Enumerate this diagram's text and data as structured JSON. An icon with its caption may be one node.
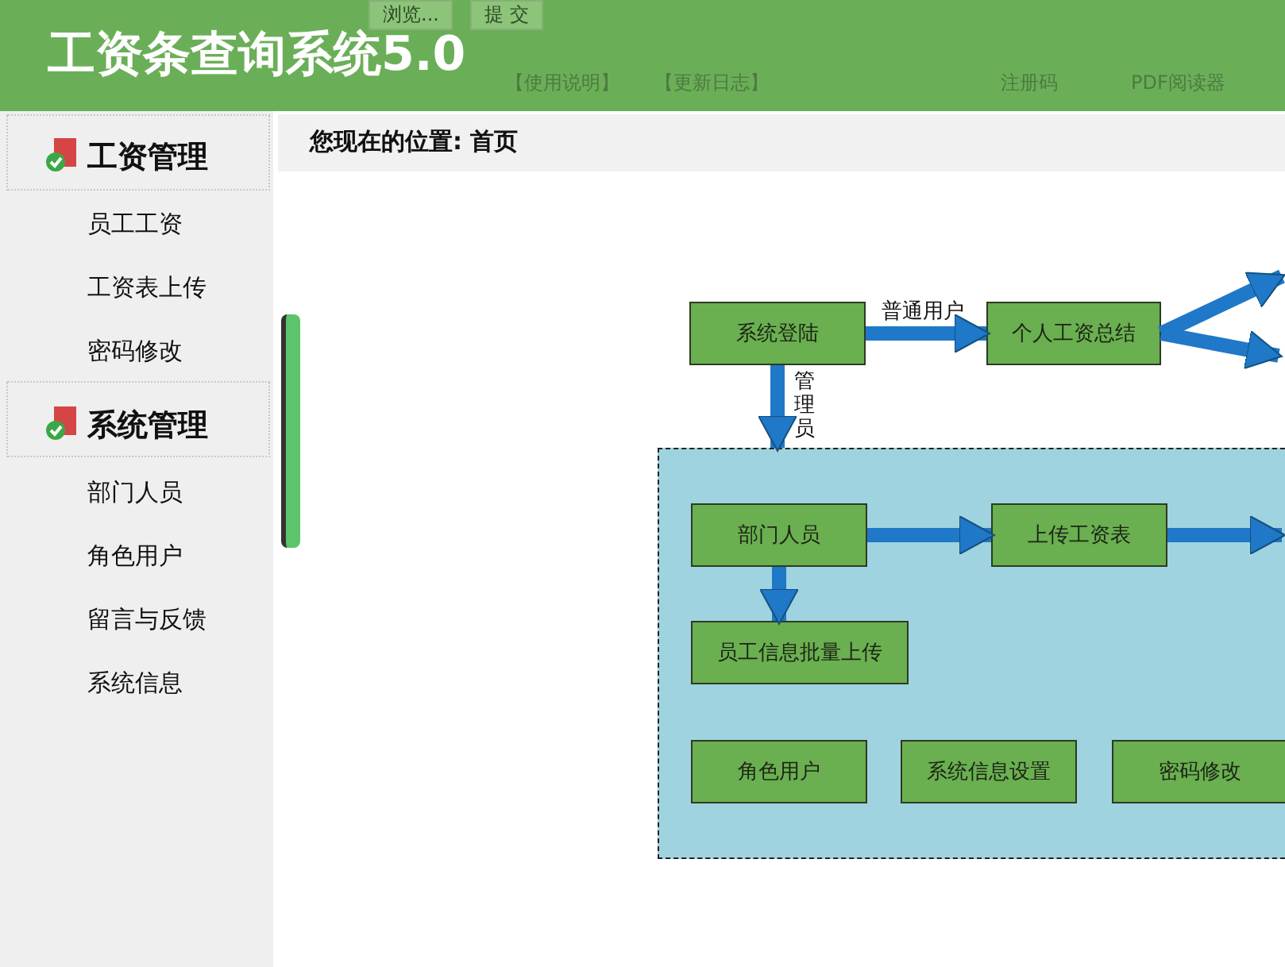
{
  "diagram": {
    "title": "工资条查询系统5.0",
    "nodes": [
      {
        "text": [
          "系统登陆"
        ]
      },
      {
        "text": [
          "个人工资总结"
        ]
      },
      {
        "text": [],
        "shape": "box"
      },
      {
        "text": [
          "部门人员"
        ],
        "in": 2
      },
      {
        "text": [
          "上传工资表"
        ],
        "in": 2
      },
      {
        "text": [
          "员工信息批量上传"
        ],
        "in": 2
      },
      {
        "text": [
          "角色用户"
        ],
        "in": 2
      },
      {
        "text": [
          "系统信息设置"
        ],
        "in": 2
      },
      {
        "text": [
          "密码修改"
        ],
        "in": 2
      }
    ],
    "edges": [
      {
        "from": 0,
        "to": 1,
        "arrow": "to",
        "label": "普通用户"
      },
      {
        "from": 0,
        "to": 2,
        "arrow": "to",
        "label": "管理员"
      },
      {
        "from": 1,
        "to": null,
        "arrow": "to"
      },
      {
        "from": 1,
        "to": null,
        "arrow": "to"
      },
      {
        "from": 3,
        "to": 4,
        "arrow": "to"
      },
      {
        "from": 4,
        "to": null,
        "arrow": "to"
      },
      {
        "from": 3,
        "to": 5,
        "arrow": "to"
      }
    ],
    "labels": [
      "浏览...",
      "提 交",
      "【使用说明】",
      "【更新日志】",
      "注册码",
      "PDF阅读器",
      "您现在的位置: 首页",
      "工资管理",
      "员工工资",
      "工资表上传",
      "密码修改",
      "系统管理",
      "部门人员",
      "角色用户",
      "留言与反馈",
      "系统信息"
    ]
  }
}
